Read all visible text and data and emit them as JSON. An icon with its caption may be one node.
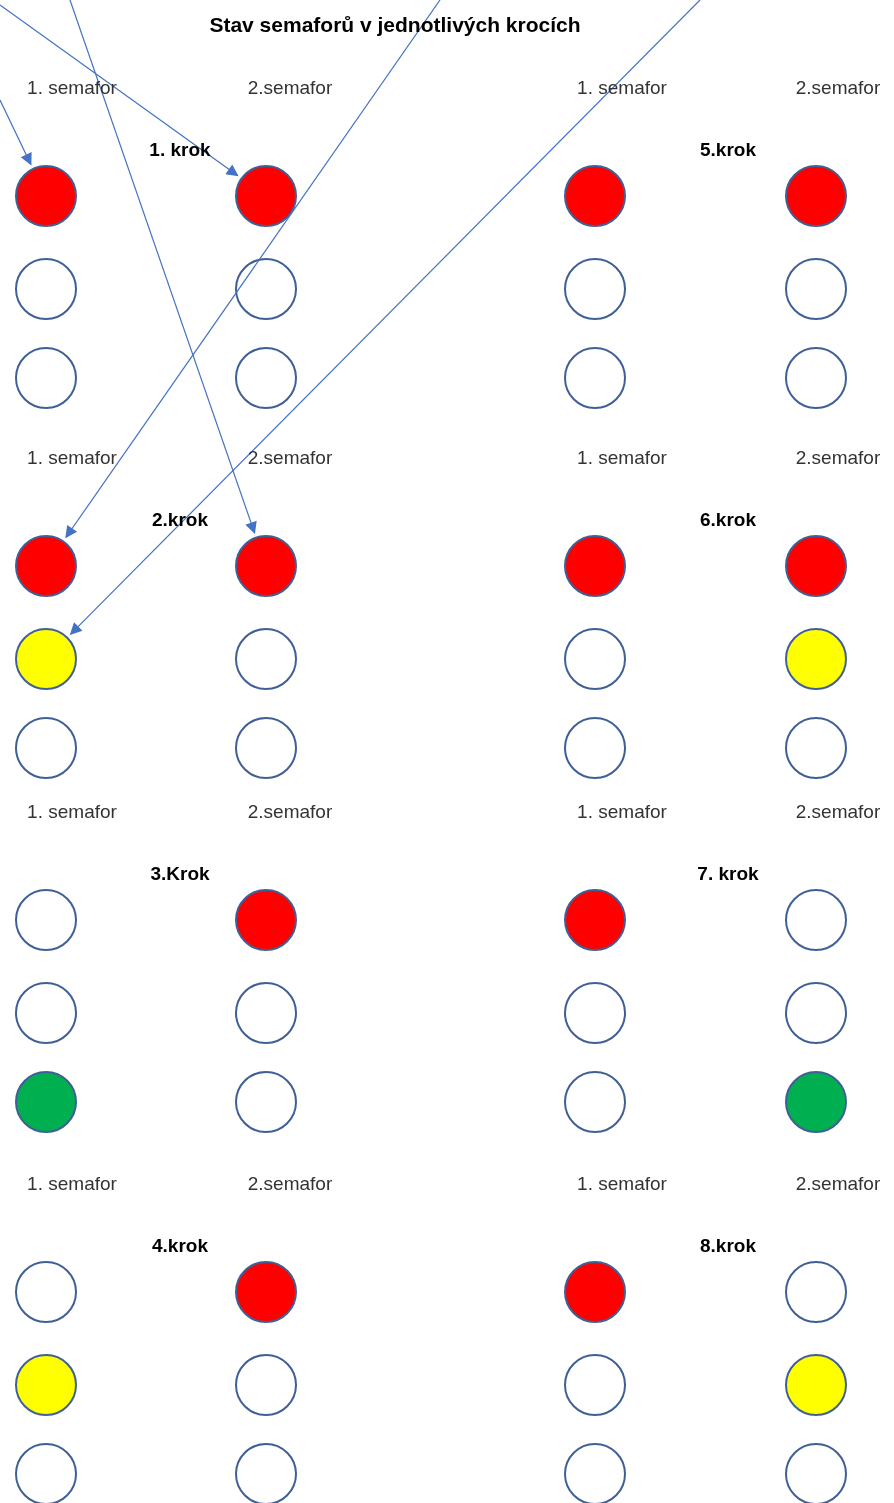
{
  "diagram": {
    "title": "Stav semaforů v jednotlivých krocích",
    "nodes": [
      {
        "text": [],
        "shape": "circle"
      },
      {
        "text": [],
        "shape": "circle"
      },
      {
        "text": [],
        "shape": "circle"
      },
      {
        "text": [],
        "shape": "circle"
      },
      {
        "text": [],
        "shape": "circle"
      },
      {
        "text": [],
        "shape": "circle"
      },
      {
        "text": [],
        "shape": "circle"
      },
      {
        "text": [],
        "shape": "circle"
      },
      {
        "text": [],
        "shape": "circle"
      },
      {
        "text": [],
        "shape": "circle"
      },
      {
        "text": [],
        "shape": "circle"
      },
      {
        "text": [],
        "shape": "circle"
      },
      {
        "text": [],
        "shape": "circle"
      },
      {
        "text": [],
        "shape": "circle"
      },
      {
        "text": [],
        "shape": "circle"
      },
      {
        "text": [],
        "shape": "circle"
      },
      {
        "text": [],
        "shape": "circle"
      },
      {
        "text": [],
        "shape": "circle"
      },
      {
        "text": [],
        "shape": "circle"
      },
      {
        "text": [],
        "shape": "circle"
      },
      {
        "text": [],
        "shape": "circle"
      },
      {
        "text": [],
        "shape": "circle"
      },
      {
        "text": [],
        "shape": "circle"
      },
      {
        "text": [],
        "shape": "circle"
      },
      {
        "text": [],
        "shape": "circle"
      },
      {
        "text": [],
        "shape": "circle"
      },
      {
        "text": [],
        "shape": "circle"
      },
      {
        "text": [],
        "shape": "circle"
      },
      {
        "text": [],
        "shape": "circle"
      },
      {
        "text": [],
        "shape": "circle"
      },
      {
        "text": [],
        "shape": "circle"
      },
      {
        "text": [],
        "shape": "circle"
      },
      {
        "text": [],
        "shape": "circle"
      },
      {
        "text": [],
        "shape": "circle"
      },
      {
        "text": [],
        "shape": "circle"
      },
      {
        "text": [],
        "shape": "circle"
      },
      {
        "text": [],
        "shape": "circle"
      },
      {
        "text": [],
        "shape": "circle"
      },
      {
        "text": [],
        "shape": "circle"
      },
      {
        "text": [],
        "shape": "circle"
      },
      {
        "text": [],
        "shape": "circle"
      },
      {
        "text": [],
        "shape": "circle"
      },
      {
        "text": [],
        "shape": "circle"
      },
      {
        "text": [],
        "shape": "circle"
      },
      {
        "text": [],
        "shape": "circle"
      },
      {
        "text": [],
        "shape": "circle"
      },
      {
        "text": [],
        "shape": "circle"
      },
      {
        "text": [],
        "shape": "circle"
      }
    ],
    "edges": [
      {
        "from": null,
        "to": 0,
        "arrow": "to"
      },
      {
        "from": null,
        "to": 3,
        "arrow": "to"
      },
      {
        "from": null,
        "to": 15,
        "arrow": "to"
      },
      {
        "from": null,
        "to": 12,
        "arrow": "to"
      },
      {
        "from": null,
        "to": 13,
        "arrow": "to"
      }
    ],
    "labels": [
      "1. semafor",
      "2.semafor",
      "1. semafor",
      "2.semafor",
      "1. krok",
      "5.krok",
      "1. semafor",
      "2.semafor",
      "1. semafor",
      "2.semafor",
      "2.krok",
      "6.krok",
      "1. semafor",
      "2.semafor",
      "1. semafor",
      "2.semafor",
      "3.Krok",
      "7. krok",
      "1. semafor",
      "2.semafor",
      "1. semafor",
      "2.semafor",
      "4.krok",
      "8.krok"
    ]
  }
}
